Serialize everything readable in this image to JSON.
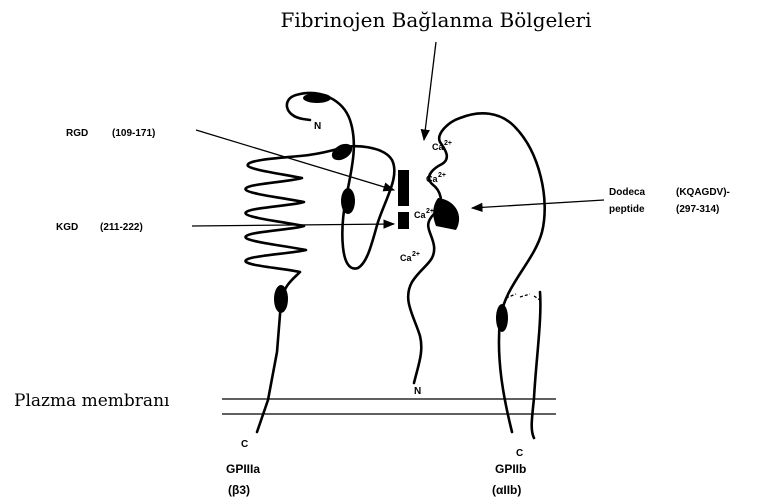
{
  "labels": {
    "binding_regions": "Fibrinojen Bağlanma Bölgeleri",
    "plasma_membrane": "Plazma membranı",
    "rgd_name": "RGD",
    "rgd_range": "(109-171)",
    "kgd_name": "KGD",
    "kgd_range": "(211-222)",
    "dodeca_line1_a": "Dodeca",
    "dodeca_line1_b": "(KQAGDV)-",
    "dodeca_line2_a": "peptide",
    "dodeca_line2_b": "(297-314)",
    "ca1": "Ca",
    "ca2": "Ca",
    "ca3": "Ca",
    "ca4": "Ca",
    "ca_charge": "2+",
    "n_terminus_1": "N",
    "n_terminus_2": "N",
    "c_terminus_1": "C",
    "c_terminus_2": "C",
    "gpiiia": "GPIIIa",
    "beta3": "(β3)",
    "gpiib": "GPIIb",
    "alpha_iib": "(αIIb)"
  }
}
